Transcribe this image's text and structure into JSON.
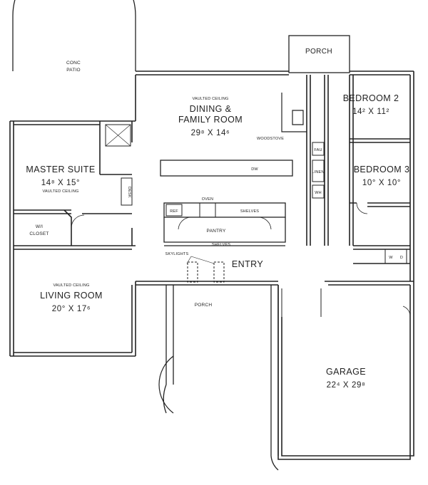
{
  "rooms": {
    "conc_patio": [
      "CONC",
      "PATIO"
    ],
    "top_porch": "PORCH",
    "dining_note": "VAULTED CEILING",
    "dining_name": [
      "DINING &",
      "FAMILY ROOM"
    ],
    "dining_size": "29⁸ X 14⁶",
    "woodstove": "WOODSTOVE",
    "bedroom2_name": "BEDROOM 2",
    "bedroom2_size": "14² X 11²",
    "bedroom3_name": "BEDROOM 3",
    "bedroom3_size": "10° X 10°",
    "master_name": "MASTER SUITE",
    "master_size": "14⁸ X 15°",
    "master_note": "VAULTED CEILING",
    "desk": "DESK",
    "wi_closet": [
      "W/I",
      "CLOSET"
    ],
    "oven": "OVEN",
    "ref": "REF",
    "shelves_top": "SHELVES",
    "pantry": "PANTRY",
    "shelves_bottom": "SHELVES",
    "skylights": "SKYLIGHTS",
    "entry": "ENTRY",
    "living_note": "VAULTED CEILING",
    "living_name": "LIVING ROOM",
    "living_size": "20° X 17⁶",
    "front_porch": "PORCH",
    "garage_name": "GARAGE",
    "garage_size": "22⁴ X 29⁸",
    "fau": "FAU",
    "linen": "LINEN",
    "wh": "WH",
    "dw": "DW",
    "wd": [
      "W",
      "D"
    ]
  }
}
